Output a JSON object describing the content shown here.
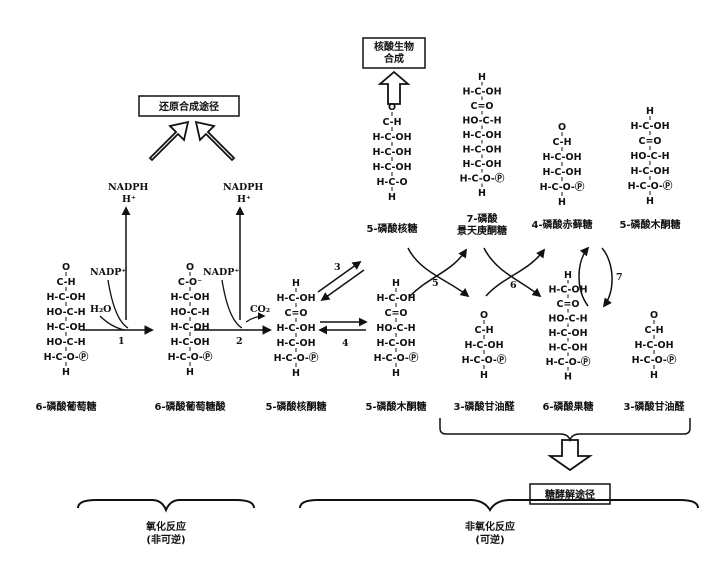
{
  "boxes": {
    "reductive": "还原合成途径",
    "nucleic_line1": "核酸生物",
    "nucleic_line2": "合成",
    "glycolysis": "糖酵解途径"
  },
  "cofactors": {
    "nadph_left": "NADPH",
    "h_left": "H⁺",
    "nadph_right": "NADPH",
    "h_right": "H⁺",
    "nadp_left": "NADP⁺",
    "nadp_right": "NADP⁺",
    "h2o": "H₂O",
    "co2": "CO₂"
  },
  "steps": {
    "s1": "1",
    "s2": "2",
    "s3": "3",
    "s4": "4",
    "s5": "5",
    "s6": "6",
    "s7": "7"
  },
  "compounds": {
    "g6p": "6-磷酸葡萄糖",
    "pgluconate": "6-磷酸葡萄糖酸",
    "ru5p": "5-磷酸核酮糖",
    "r5p": "5-磷酸核糖",
    "s7p_line1": "7-磷酸",
    "s7p_line2": "景天庚酮糖",
    "e4p": "4-磷酸赤藓糖",
    "xu5p_top": "5-磷酸木酮糖",
    "xu5p": "5-磷酸木酮糖",
    "g3p_a": "3-磷酸甘油醛",
    "f6p": "6-磷酸果糖",
    "g3p_b": "3-磷酸甘油醛"
  },
  "phases": {
    "oxidative_line1": "氧化反应",
    "oxidative_line2": "(非可逆)",
    "nonoxidative_line1": "非氧化反应",
    "nonoxidative_line2": "(可逆)"
  },
  "structures": {
    "g6p": [
      "O",
      "C-H",
      "H-C-OH",
      "HO-C-H",
      "H-C-OH",
      "HO-C-H",
      "H-C-O-Ⓟ",
      "H"
    ],
    "pgluconate": [
      "O",
      "C-O⁻",
      "H-C-OH",
      "HO-C-H",
      "H-C-OH",
      "H-C-OH",
      "H-C-O-Ⓟ",
      "H"
    ],
    "ru5p": [
      "H",
      "H-C-OH",
      "C=O",
      "H-C-OH",
      "H-C-OH",
      "H-C-O-Ⓟ",
      "H"
    ],
    "r5p": [
      "O",
      "C-H",
      "H-C-OH",
      "H-C-OH",
      "H-C-OH",
      "H-C-O",
      "H"
    ],
    "s7p": [
      "H",
      "H-C-OH",
      "C=O",
      "HO-C-H",
      "H-C-OH",
      "H-C-OH",
      "H-C-OH",
      "H-C-O-Ⓟ",
      "H"
    ],
    "e4p": [
      "O",
      "C-H",
      "H-C-OH",
      "H-C-OH",
      "H-C-O-Ⓟ",
      "H"
    ],
    "xu5p_top": [
      "H",
      "H-C-OH",
      "C=O",
      "HO-C-H",
      "H-C-OH",
      "H-C-O-Ⓟ",
      "H"
    ],
    "xu5p": [
      "H",
      "H-C-OH",
      "C=O",
      "HO-C-H",
      "H-C-OH",
      "H-C-O-Ⓟ",
      "H"
    ],
    "g3p_a": [
      "O",
      "C-H",
      "H-C-OH",
      "H-C-O-Ⓟ",
      "H"
    ],
    "f6p": [
      "H",
      "H-C-OH",
      "C=O",
      "HO-C-H",
      "H-C-OH",
      "H-C-OH",
      "H-C-O-Ⓟ",
      "H"
    ],
    "g3p_b": [
      "O",
      "C-H",
      "H-C-OH",
      "H-C-O-Ⓟ",
      "H"
    ]
  }
}
